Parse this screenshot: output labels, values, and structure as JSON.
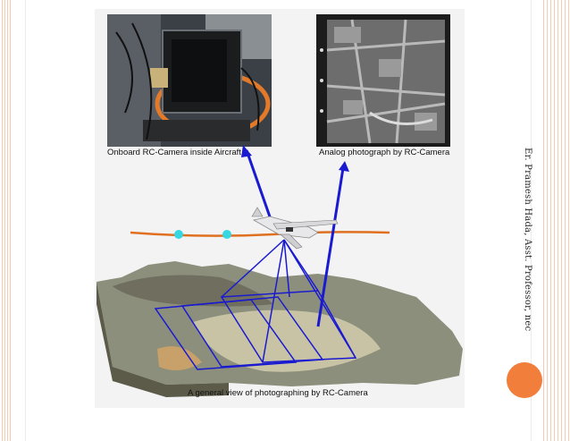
{
  "captions": {
    "camera": "Onboard RC-Camera inside Aircraft",
    "analog": "Analog photograph by RC-Camera",
    "general": "A general view of photographing by RC-Camera"
  },
  "side_text": "Er. Pramesh Hada, Asst. Professor, nec",
  "colors": {
    "accent": "#f27e3b",
    "flight_line": "#e07020",
    "photo_center": "#35d7e0",
    "rays": "#1a1ad0",
    "stripe": "#f7c9b3"
  },
  "icons": [
    "aircraft-icon",
    "exposure-point-icon"
  ]
}
